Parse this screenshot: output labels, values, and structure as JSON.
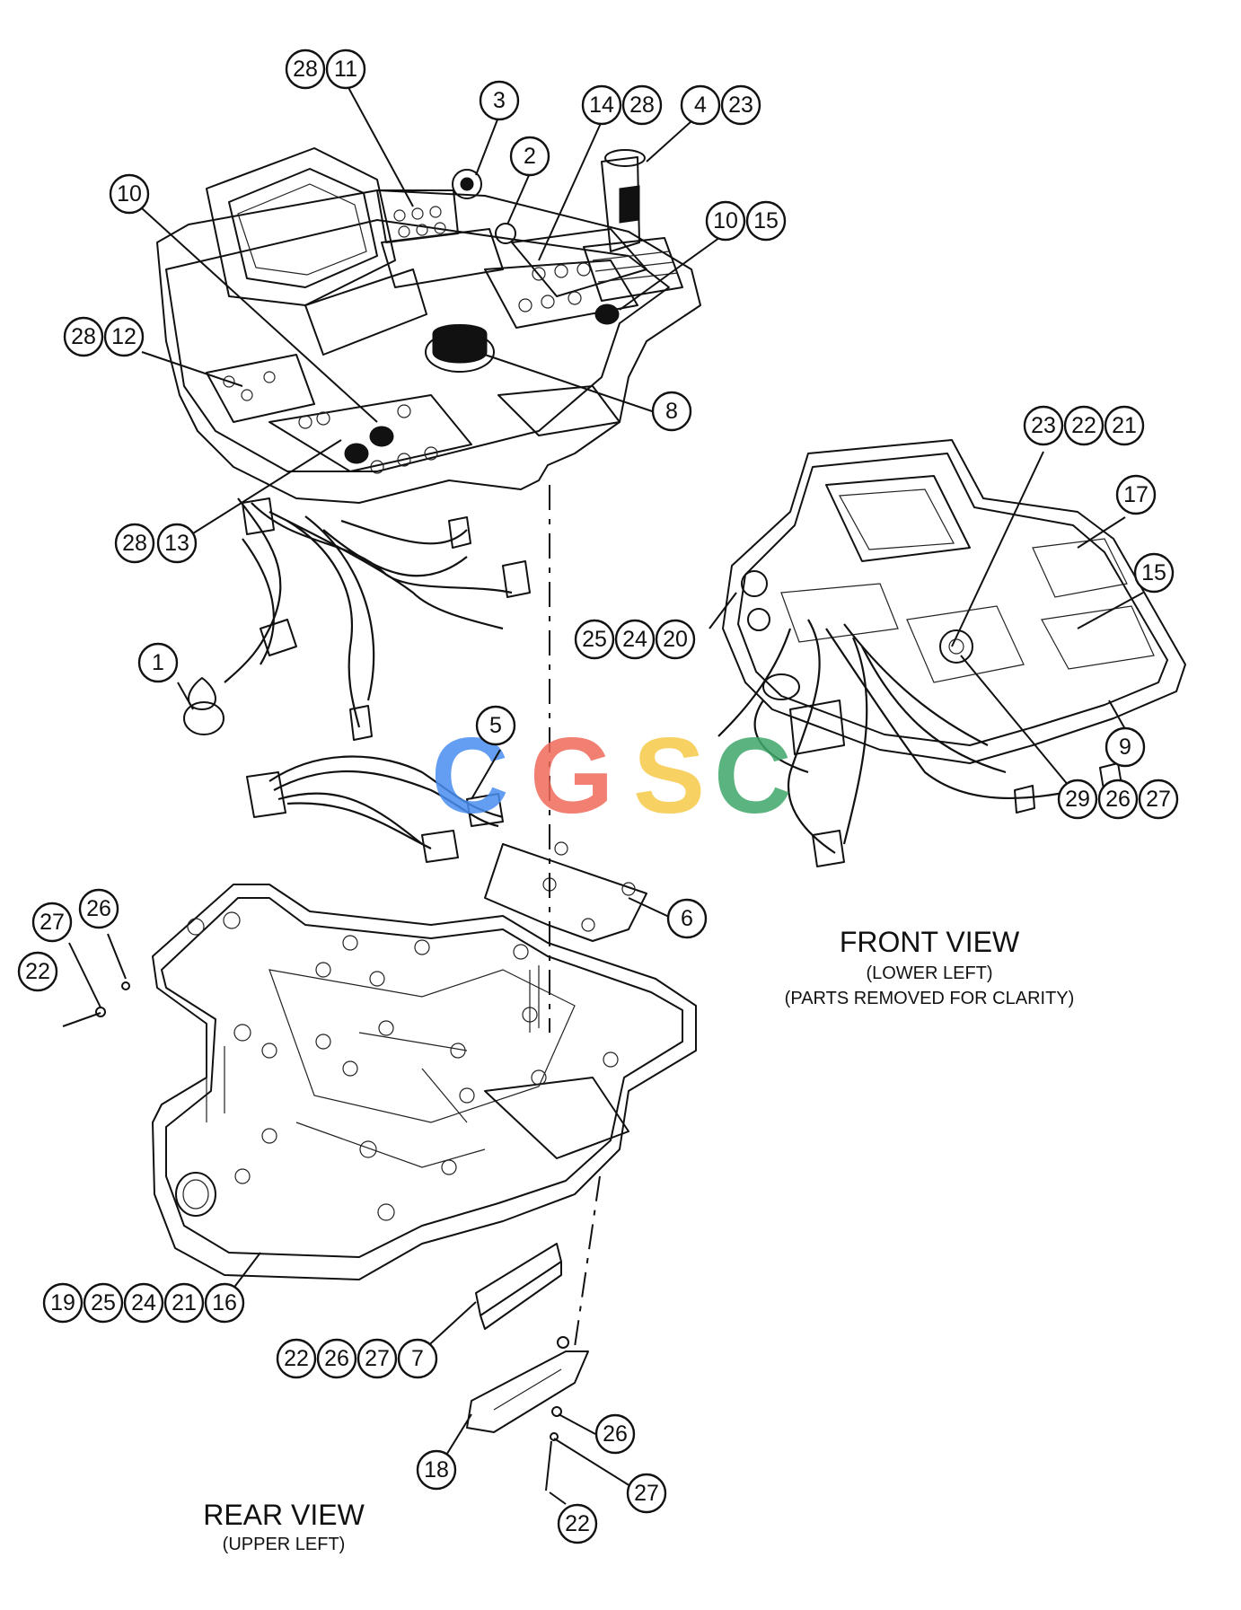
{
  "views": {
    "front_title": "FRONT VIEW",
    "front_sub1": "(LOWER LEFT)",
    "front_sub2": "(PARTS REMOVED FOR CLARITY)",
    "rear_title": "REAR VIEW",
    "rear_sub": "(UPPER LEFT)"
  },
  "watermark": {
    "text": "CGSC",
    "colors": [
      "#4a8ef0",
      "#f06a5a",
      "#f7c948",
      "#3fa86a"
    ]
  },
  "callouts": [
    {
      "id": "c28a",
      "label": "28"
    },
    {
      "id": "c11",
      "label": "11"
    },
    {
      "id": "c3",
      "label": "3"
    },
    {
      "id": "c2",
      "label": "2"
    },
    {
      "id": "c14",
      "label": "14"
    },
    {
      "id": "c28b",
      "label": "28"
    },
    {
      "id": "c4",
      "label": "4"
    },
    {
      "id": "c23a",
      "label": "23"
    },
    {
      "id": "c10a",
      "label": "10"
    },
    {
      "id": "c10b",
      "label": "10"
    },
    {
      "id": "c15a",
      "label": "15"
    },
    {
      "id": "c28c",
      "label": "28"
    },
    {
      "id": "c12",
      "label": "12"
    },
    {
      "id": "c8",
      "label": "8"
    },
    {
      "id": "c23b",
      "label": "23"
    },
    {
      "id": "c22a",
      "label": "22"
    },
    {
      "id": "c21a",
      "label": "21"
    },
    {
      "id": "c17",
      "label": "17"
    },
    {
      "id": "c15b",
      "label": "15"
    },
    {
      "id": "c28d",
      "label": "28"
    },
    {
      "id": "c13",
      "label": "13"
    },
    {
      "id": "c25a",
      "label": "25"
    },
    {
      "id": "c24a",
      "label": "24"
    },
    {
      "id": "c20",
      "label": "20"
    },
    {
      "id": "c1",
      "label": "1"
    },
    {
      "id": "c9",
      "label": "9"
    },
    {
      "id": "c5",
      "label": "5"
    },
    {
      "id": "c29",
      "label": "29"
    },
    {
      "id": "c26a",
      "label": "26"
    },
    {
      "id": "c27a",
      "label": "27"
    },
    {
      "id": "c6",
      "label": "6"
    },
    {
      "id": "c27b",
      "label": "27"
    },
    {
      "id": "c26b",
      "label": "26"
    },
    {
      "id": "c22b",
      "label": "22"
    },
    {
      "id": "c19",
      "label": "19"
    },
    {
      "id": "c25b",
      "label": "25"
    },
    {
      "id": "c24b",
      "label": "24"
    },
    {
      "id": "c21b",
      "label": "21"
    },
    {
      "id": "c16",
      "label": "16"
    },
    {
      "id": "c22c",
      "label": "22"
    },
    {
      "id": "c26c",
      "label": "26"
    },
    {
      "id": "c27c",
      "label": "27"
    },
    {
      "id": "c7",
      "label": "7"
    },
    {
      "id": "c26d",
      "label": "26"
    },
    {
      "id": "c18",
      "label": "18"
    },
    {
      "id": "c27d",
      "label": "27"
    },
    {
      "id": "c22d",
      "label": "22"
    }
  ]
}
